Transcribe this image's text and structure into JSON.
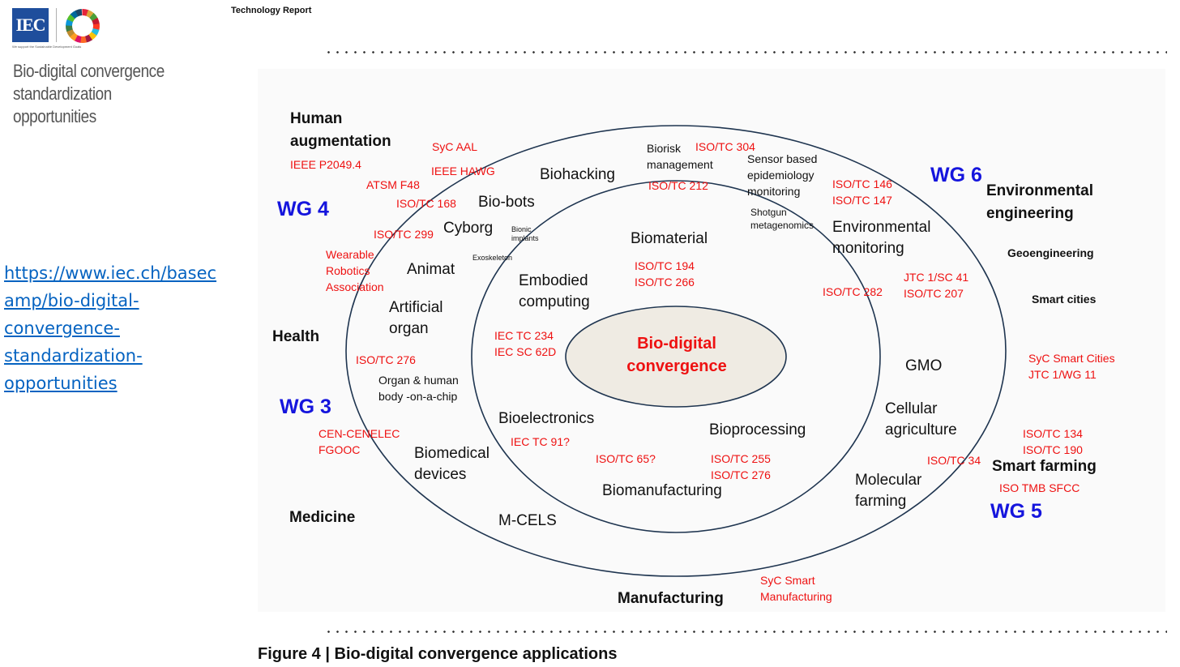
{
  "header": {
    "technology_report": "Technology Report",
    "logo_text": "IEC",
    "sdg_caption": "We support the Sustainable Development Goals",
    "title_line1": "Bio-digital convergence standardization",
    "title_line2": "opportunities"
  },
  "link": {
    "line1": "https://www.iec.ch/basec",
    "line2": "amp/bio-digital-",
    "line3": "convergence-",
    "line4": "standardization-",
    "line5": "opportunities"
  },
  "diagram": {
    "center": {
      "line1": "Bio-digital",
      "line2": "convergence"
    },
    "outer_domains": {
      "human_aug_1": "Human",
      "human_aug_2": "augmentation",
      "health": "Health",
      "medicine": "Medicine",
      "manufacturing": "Manufacturing",
      "env_eng_1": "Environmental",
      "env_eng_2": "engineering",
      "smart_farming": "Smart farming"
    },
    "working_groups": {
      "wg4": "WG 4",
      "wg3": "WG 3",
      "wg5": "WG 5",
      "wg6": "WG 6"
    },
    "standards": {
      "ieee_p2049": "IEEE P2049.4",
      "syc_aal": "SyC AAL",
      "astm_f48": "ATSM F48",
      "ieee_hawg": "IEEE HAWG",
      "iso_tc168": "ISO/TC 168",
      "iso_tc299": "ISO/TC 299",
      "wra_1": "Wearable",
      "wra_2": "Robotics",
      "wra_3": "Association",
      "iso_tc276_a": "ISO/TC 276",
      "cen_1": "CEN-CENELEC",
      "cen_2": "FGOOC",
      "iso_tc304": "ISO/TC 304",
      "iso_tc212": "ISO/TC 212",
      "iso_tc146": "ISO/TC 146",
      "iso_tc147": "ISO/TC 147",
      "iso_tc194": "ISO/TC 194",
      "iso_tc266": "ISO/TC 266",
      "iec_tc234": "IEC TC 234",
      "iec_sc62d": "IEC SC 62D",
      "jtc1_sc41": "JTC 1/SC 41",
      "iso_tc207": "ISO/TC 207",
      "iso_tc282": "ISO/TC 282",
      "iec_tc91": "IEC TC 91?",
      "iso_tc65": "ISO/TC 65?",
      "iso_tc255": "ISO/TC 255",
      "iso_tc276_b": "ISO/TC 276",
      "iso_tc34": "ISO/TC 34",
      "syc_smart_cities": "SyC Smart Cities",
      "jtc1_wg11": "JTC 1/WG 11",
      "iso_tc134": "ISO/TC 134",
      "iso_tc190": "ISO/TC 190",
      "iso_tmb_sfcc": "ISO TMB SFCC",
      "syc_sm_1": "SyC Smart",
      "syc_sm_2": "Manufacturing"
    },
    "applications": {
      "biohacking": "Biohacking",
      "biorisk_1": "Biorisk",
      "biorisk_2": "management",
      "sensor_1": "Sensor based",
      "sensor_2": "epidemiology",
      "sensor_3": "monitoring",
      "shotgun_1": "Shotgun",
      "shotgun_2": "metagenomics",
      "biobots": "Bio-bots",
      "cyborg": "Cyborg",
      "bionic_1": "Bionic",
      "bionic_2": "implants",
      "exoskeleton": "Exoskeleton",
      "animat": "Animat",
      "artificial_1": "Artificial",
      "artificial_2": "organ",
      "organ_chip_1": "Organ & human",
      "organ_chip_2": "body -on-a-chip",
      "biomedical_1": "Biomedical",
      "biomedical_2": "devices",
      "mcels": "M-CELS",
      "env_mon_1": "Environmental",
      "env_mon_2": "monitoring",
      "geoengineering": "Geoengineering",
      "smart_cities": "Smart cities",
      "gmo": "GMO",
      "cellular_1": "Cellular",
      "cellular_2": "agriculture",
      "molecular_1": "Molecular",
      "molecular_2": "farming",
      "biomaterial": "Biomaterial",
      "embodied_1": "Embodied",
      "embodied_2": "computing",
      "bioelectronics": "Bioelectronics",
      "bioprocessing": "Bioprocessing",
      "biomanufacturing": "Biomanufacturing"
    }
  },
  "caption": "Figure 4 | Bio-digital convergence applications",
  "colors": {
    "standards_red": "#ee1111",
    "wg_blue": "#1515dd",
    "center_fill": "#efebe3",
    "ring_stroke": "#1f3550",
    "link_blue": "#0563c1"
  }
}
